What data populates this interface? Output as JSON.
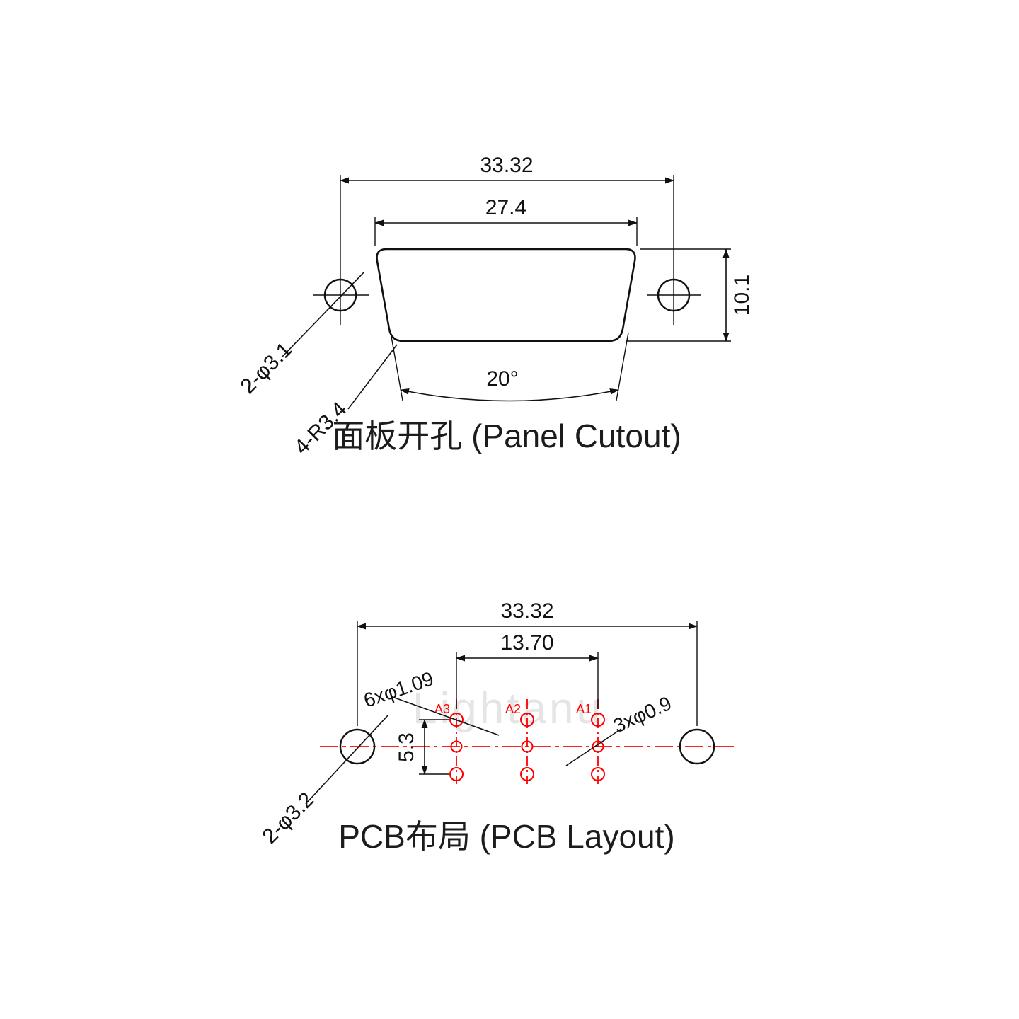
{
  "watermark": "Lightanu",
  "panel_cutout": {
    "title": "面板开孔 (Panel Cutout)",
    "dims": {
      "outer_width": "33.32",
      "inner_width": "27.4",
      "height": "10.1",
      "angle": "20°"
    },
    "labels": {
      "mount_holes": "2-φ3.1",
      "corner_radius": "4-R3.4"
    }
  },
  "pcb_layout": {
    "title": "PCB布局 (PCB Layout)",
    "dims": {
      "outer_width": "33.32",
      "pin_span": "13.70",
      "row_pitch": "5.3"
    },
    "labels": {
      "signal_holes": "6xφ1.09",
      "center_holes": "3xφ0.9",
      "mount_holes": "2-φ3.2"
    },
    "pins": [
      "A3",
      "A2",
      "A1"
    ],
    "colors": {
      "accent_red": "#ff0000",
      "line_black": "#111111"
    }
  }
}
